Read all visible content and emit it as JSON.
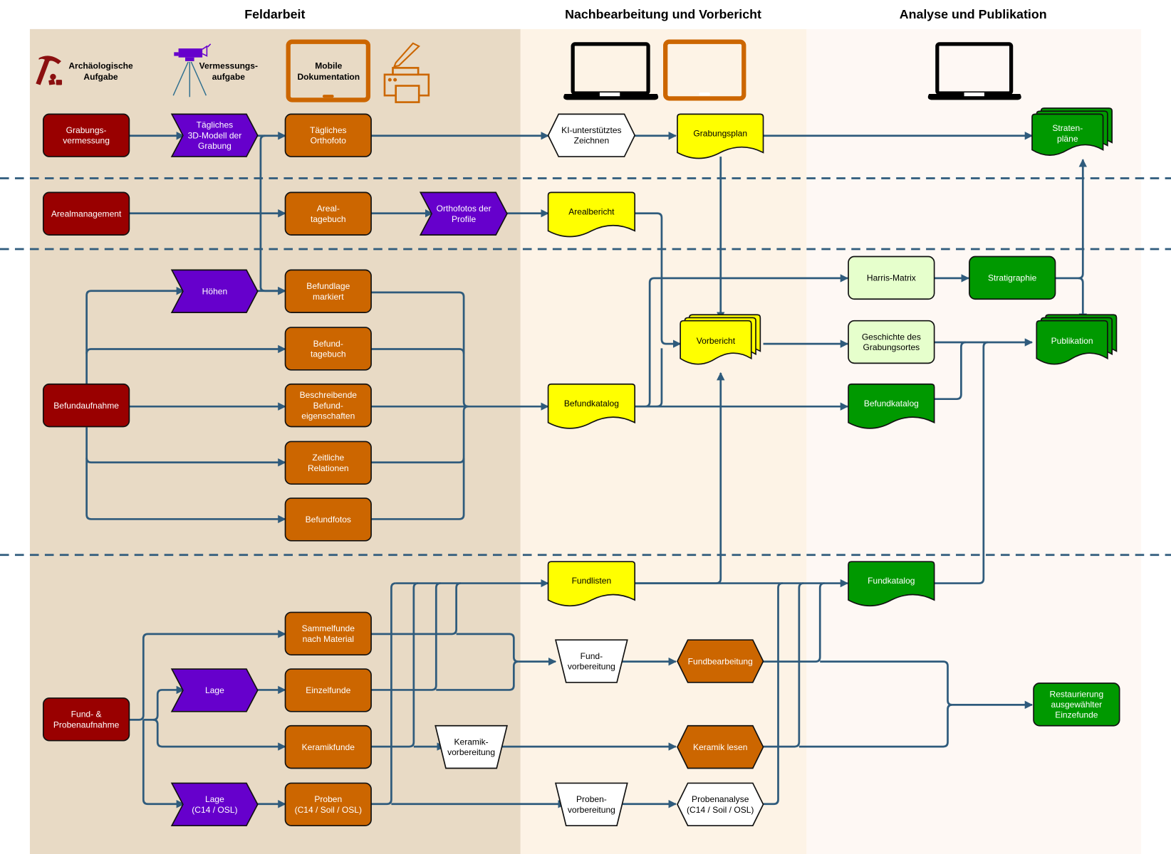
{
  "colors": {
    "field_bg": "#e8dac5",
    "post_bg": "#fdf3e6",
    "analysis_bg": "#fef8f4",
    "task_red": "#990000",
    "survey_purple": "#6600cc",
    "mobile_orange": "#cc6600",
    "report_yellow": "#ffff00",
    "white_node": "#ffffff",
    "analysis_light": "#e6ffcc",
    "analysis_green": "#009900",
    "edge": "#2f5b7c"
  },
  "columns": [
    {
      "id": "feldarbeit",
      "title": "Feldarbeit"
    },
    {
      "id": "nachbearbeitung",
      "title": "Nachbearbeitung und Vorbericht"
    },
    {
      "id": "analyse",
      "title": "Analyse und Publikation"
    }
  ],
  "legend": [
    {
      "icon": "pickaxe-icon",
      "lines": [
        "Archäologische",
        "Aufgabe"
      ]
    },
    {
      "icon": "total-station-icon",
      "lines": [
        "Vermessungs-",
        "aufgabe"
      ]
    },
    {
      "icon": "tablet-icon",
      "lines": [
        "Mobile",
        "Dokumentation"
      ]
    },
    {
      "icon": "pen-printer-icon",
      "lines": []
    },
    {
      "icon": "laptop-icon",
      "lines": []
    },
    {
      "icon": "tablet-icon",
      "lines": []
    },
    {
      "icon": "laptop-icon",
      "lines": []
    }
  ],
  "nodes": {
    "grabungsvermessung": {
      "lines": [
        "Grabungs-",
        "vermessung"
      ],
      "kind": "task"
    },
    "tagliches_3d": {
      "lines": [
        "Tägliches",
        "3D-Modell der",
        "Grabung"
      ],
      "kind": "survey"
    },
    "tagliches_orthofoto": {
      "lines": [
        "Tägliches",
        "Orthofoto"
      ],
      "kind": "mobile"
    },
    "ki_zeichnen": {
      "lines": [
        "KI-unterstütztes",
        "Zeichnen"
      ],
      "kind": "process-white"
    },
    "grabungsplan": {
      "lines": [
        "Grabungsplan"
      ],
      "kind": "report"
    },
    "stratenplaene": {
      "lines": [
        "Straten-",
        "pläne"
      ],
      "kind": "publication-multi"
    },
    "arealmanagement": {
      "lines": [
        "Arealmanagement"
      ],
      "kind": "task"
    },
    "arealtagebuch": {
      "lines": [
        "Areal-",
        "tagebuch"
      ],
      "kind": "mobile"
    },
    "orthofotos_profile": {
      "lines": [
        "Orthofotos der",
        "Profile"
      ],
      "kind": "survey"
    },
    "arealbericht": {
      "lines": [
        "Arealbericht"
      ],
      "kind": "report"
    },
    "hoehen": {
      "lines": [
        "Höhen"
      ],
      "kind": "survey"
    },
    "befundlage": {
      "lines": [
        "Befundlage",
        "markiert"
      ],
      "kind": "mobile"
    },
    "harris_matrix": {
      "lines": [
        "Harris-Matrix"
      ],
      "kind": "analysis-light"
    },
    "stratigraphie": {
      "lines": [
        "Stratigraphie"
      ],
      "kind": "analysis"
    },
    "befundtagebuch": {
      "lines": [
        "Befund-",
        "tagebuch"
      ],
      "kind": "mobile"
    },
    "vorbericht": {
      "lines": [
        "Vorbericht"
      ],
      "kind": "report-multi"
    },
    "geschichte": {
      "lines": [
        "Geschichte des",
        "Grabungsortes"
      ],
      "kind": "analysis-light"
    },
    "publikation": {
      "lines": [
        "Publikation"
      ],
      "kind": "publication-multi"
    },
    "befundaufnahme": {
      "lines": [
        "Befundaufnahme"
      ],
      "kind": "task"
    },
    "beschreibende": {
      "lines": [
        "Beschreibende",
        "Befund-",
        "eigenschaften"
      ],
      "kind": "mobile"
    },
    "befundkatalog_report": {
      "lines": [
        "Befundkatalog"
      ],
      "kind": "report"
    },
    "befundkatalog_pub": {
      "lines": [
        "Befundkatalog"
      ],
      "kind": "publication"
    },
    "zeitliche": {
      "lines": [
        "Zeitliche",
        "Relationen"
      ],
      "kind": "mobile"
    },
    "befundfotos": {
      "lines": [
        "Befundfotos"
      ],
      "kind": "mobile"
    },
    "fundlisten": {
      "lines": [
        "Fundlisten"
      ],
      "kind": "report"
    },
    "fundkatalog": {
      "lines": [
        "Fundkatalog"
      ],
      "kind": "publication"
    },
    "sammelfunde": {
      "lines": [
        "Sammelfunde",
        "nach Material"
      ],
      "kind": "mobile"
    },
    "fundvorbereitung": {
      "lines": [
        "Fund-",
        "vorbereitung"
      ],
      "kind": "manual-white"
    },
    "fundbearbeitung": {
      "lines": [
        "Fundbearbeitung"
      ],
      "kind": "process-orange"
    },
    "lage": {
      "lines": [
        "Lage"
      ],
      "kind": "survey"
    },
    "einzelfunde": {
      "lines": [
        "Einzelfunde"
      ],
      "kind": "mobile"
    },
    "restaurierung": {
      "lines": [
        "Restaurierung",
        "ausgewählter",
        "Einzefunde"
      ],
      "kind": "analysis"
    },
    "fund_probenaufnahme": {
      "lines": [
        "Fund- &",
        "Probenaufnahme"
      ],
      "kind": "task"
    },
    "keramikfunde": {
      "lines": [
        "Keramikfunde"
      ],
      "kind": "mobile"
    },
    "keramikvorbereitung": {
      "lines": [
        "Keramik-",
        "vorbereitung"
      ],
      "kind": "manual-white"
    },
    "keramik_lesen": {
      "lines": [
        "Keramik lesen"
      ],
      "kind": "process-orange"
    },
    "lage_c14": {
      "lines": [
        "Lage",
        "(C14 / OSL)"
      ],
      "kind": "survey"
    },
    "proben": {
      "lines": [
        "Proben",
        "(C14 / Soil / OSL)"
      ],
      "kind": "mobile"
    },
    "probenvorbereitung": {
      "lines": [
        "Proben-",
        "vorbereitung"
      ],
      "kind": "manual-white"
    },
    "probenanalyse": {
      "lines": [
        "Probenanalyse",
        "(C14 / Soil / OSL)"
      ],
      "kind": "process-white"
    }
  }
}
